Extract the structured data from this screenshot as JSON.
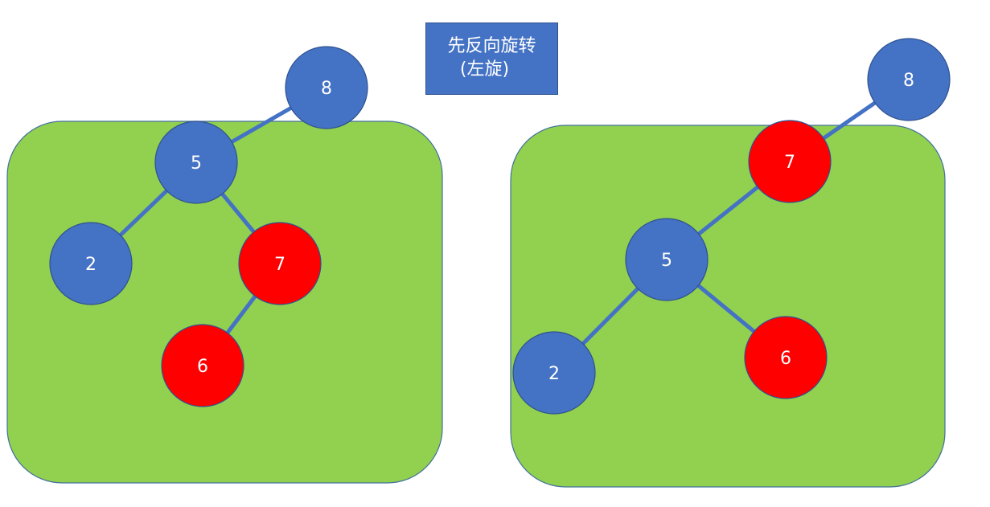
{
  "caption": {
    "line1": "先反向旋转",
    "line2": "(左旋)"
  },
  "colors": {
    "panel_fill": "#92d050",
    "panel_stroke": "#41719c",
    "black_node": "#4472c4",
    "red_node": "#ff0000",
    "node_stroke": "#2f528f",
    "edge": "#4472c4",
    "label": "#ffffff"
  },
  "before": {
    "nodes": [
      {
        "id": "n8",
        "label": "8",
        "color": "black"
      },
      {
        "id": "n5",
        "label": "5",
        "color": "black"
      },
      {
        "id": "n2",
        "label": "2",
        "color": "black"
      },
      {
        "id": "n7",
        "label": "7",
        "color": "red"
      },
      {
        "id": "n6",
        "label": "6",
        "color": "red"
      }
    ],
    "edges": [
      {
        "from": "n8",
        "to": "n5"
      },
      {
        "from": "n5",
        "to": "n2"
      },
      {
        "from": "n5",
        "to": "n7"
      },
      {
        "from": "n7",
        "to": "n6"
      }
    ]
  },
  "after": {
    "nodes": [
      {
        "id": "n8",
        "label": "8",
        "color": "black"
      },
      {
        "id": "n7",
        "label": "7",
        "color": "red"
      },
      {
        "id": "n5",
        "label": "5",
        "color": "black"
      },
      {
        "id": "n2",
        "label": "2",
        "color": "black"
      },
      {
        "id": "n6",
        "label": "6",
        "color": "red"
      }
    ],
    "edges": [
      {
        "from": "n8",
        "to": "n7"
      },
      {
        "from": "n7",
        "to": "n5"
      },
      {
        "from": "n5",
        "to": "n2"
      },
      {
        "from": "n5",
        "to": "n6"
      }
    ]
  }
}
